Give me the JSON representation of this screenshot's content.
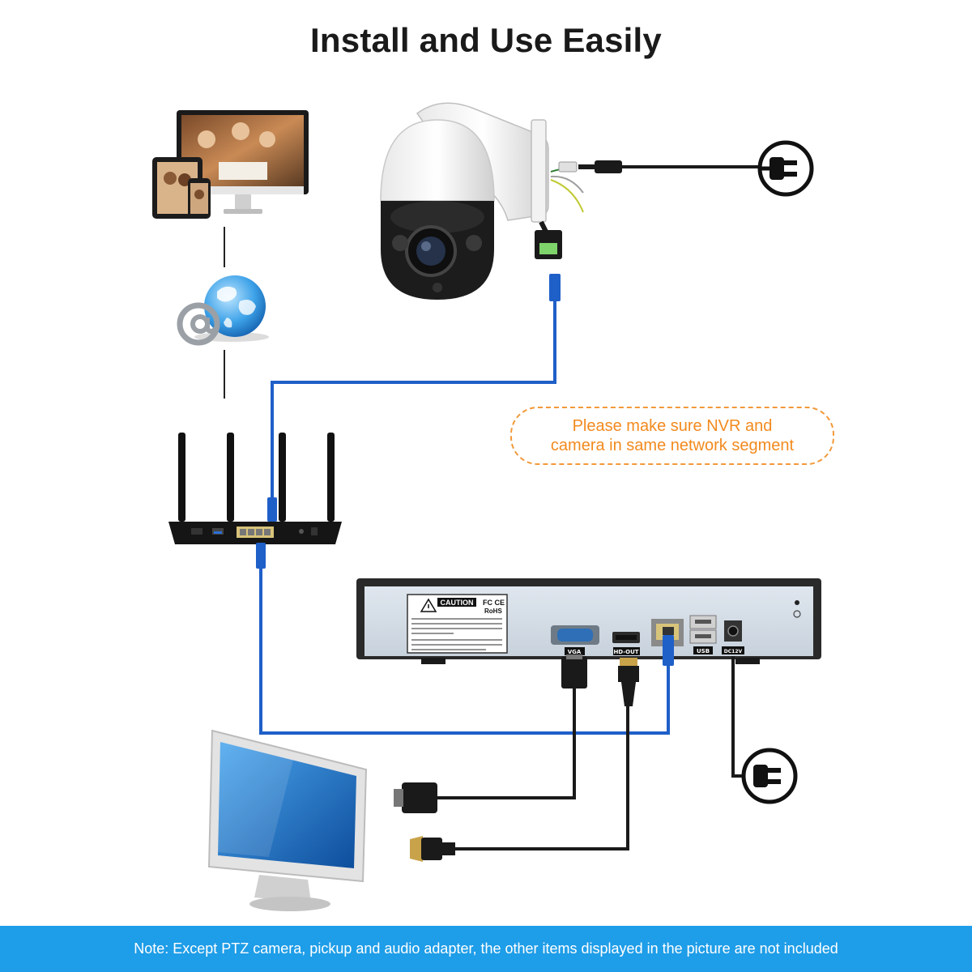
{
  "title": "Install and Use Easily",
  "callout": {
    "line1": "Please make sure NVR and",
    "line2": "camera in same network segment"
  },
  "nvr": {
    "caution_label": "CAUTION",
    "cert_fc_ce": "FC CE",
    "cert_rohs": "RoHS",
    "port_vga": "VGA",
    "port_hdmi": "HD-OUT",
    "port_usb": "USB",
    "port_dc": "DC12V"
  },
  "footer_note": "Note: Except  PTZ camera, pickup and audio adapter, the other items displayed in the picture are not included",
  "colors": {
    "network_cable": "#1f5fc8",
    "video_cable": "#1a1a1a",
    "callout": "#f28a1e",
    "footer_bg": "#1e9de8"
  },
  "icons": [
    "power-plug-icon",
    "globe-internet-icon",
    "at-sign-icon",
    "warning-triangle-icon"
  ]
}
